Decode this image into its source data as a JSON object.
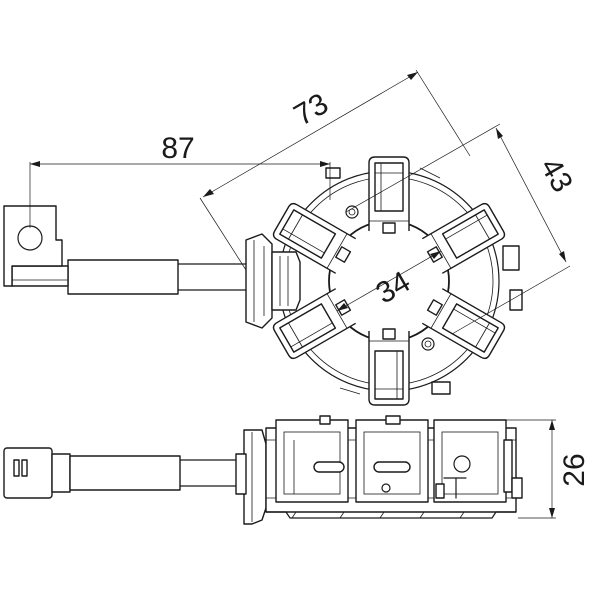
{
  "dimensions": {
    "wire_length": "87",
    "overall_width": "73",
    "holder_width": "43",
    "inner_diameter": "34",
    "height": "26"
  },
  "colors": {
    "line": "#1a1a1a",
    "background": "#ffffff"
  }
}
